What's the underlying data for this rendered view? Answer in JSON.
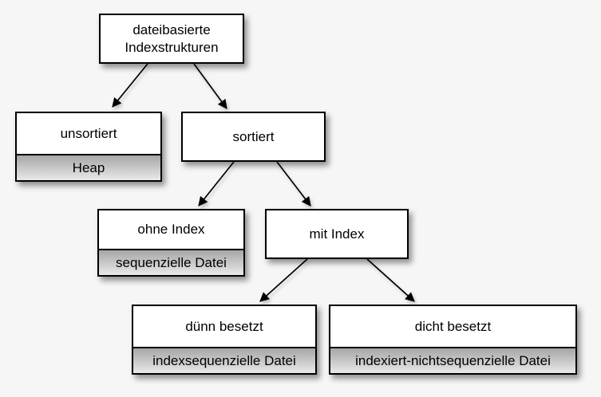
{
  "colors": {
    "background": "#f6f6f6",
    "box_fill": "#ffffff",
    "box_border": "#000000",
    "sub_gradient_top": "#a6a6a6",
    "sub_gradient_bottom": "#e9e9e9",
    "arrow": "#000000",
    "text": "#000000"
  },
  "nodes": {
    "root": {
      "label": "dateibasierte Indexstrukturen"
    },
    "unsortiert": {
      "label": "unsortiert",
      "sublabel": "Heap"
    },
    "sortiert": {
      "label": "sortiert"
    },
    "ohne_index": {
      "label": "ohne Index",
      "sublabel": "sequenzielle Datei"
    },
    "mit_index": {
      "label": "mit Index"
    },
    "duenn_besetzt": {
      "label": "dünn besetzt",
      "sublabel": "indexsequenzielle Datei"
    },
    "dicht_besetzt": {
      "label": "dicht besetzt",
      "sublabel": "indexiert-nichtsequenzielle Datei"
    }
  },
  "edges": [
    {
      "from": "root",
      "to": "unsortiert"
    },
    {
      "from": "root",
      "to": "sortiert"
    },
    {
      "from": "sortiert",
      "to": "ohne_index"
    },
    {
      "from": "sortiert",
      "to": "mit_index"
    },
    {
      "from": "mit_index",
      "to": "duenn_besetzt"
    },
    {
      "from": "mit_index",
      "to": "dicht_besetzt"
    }
  ]
}
